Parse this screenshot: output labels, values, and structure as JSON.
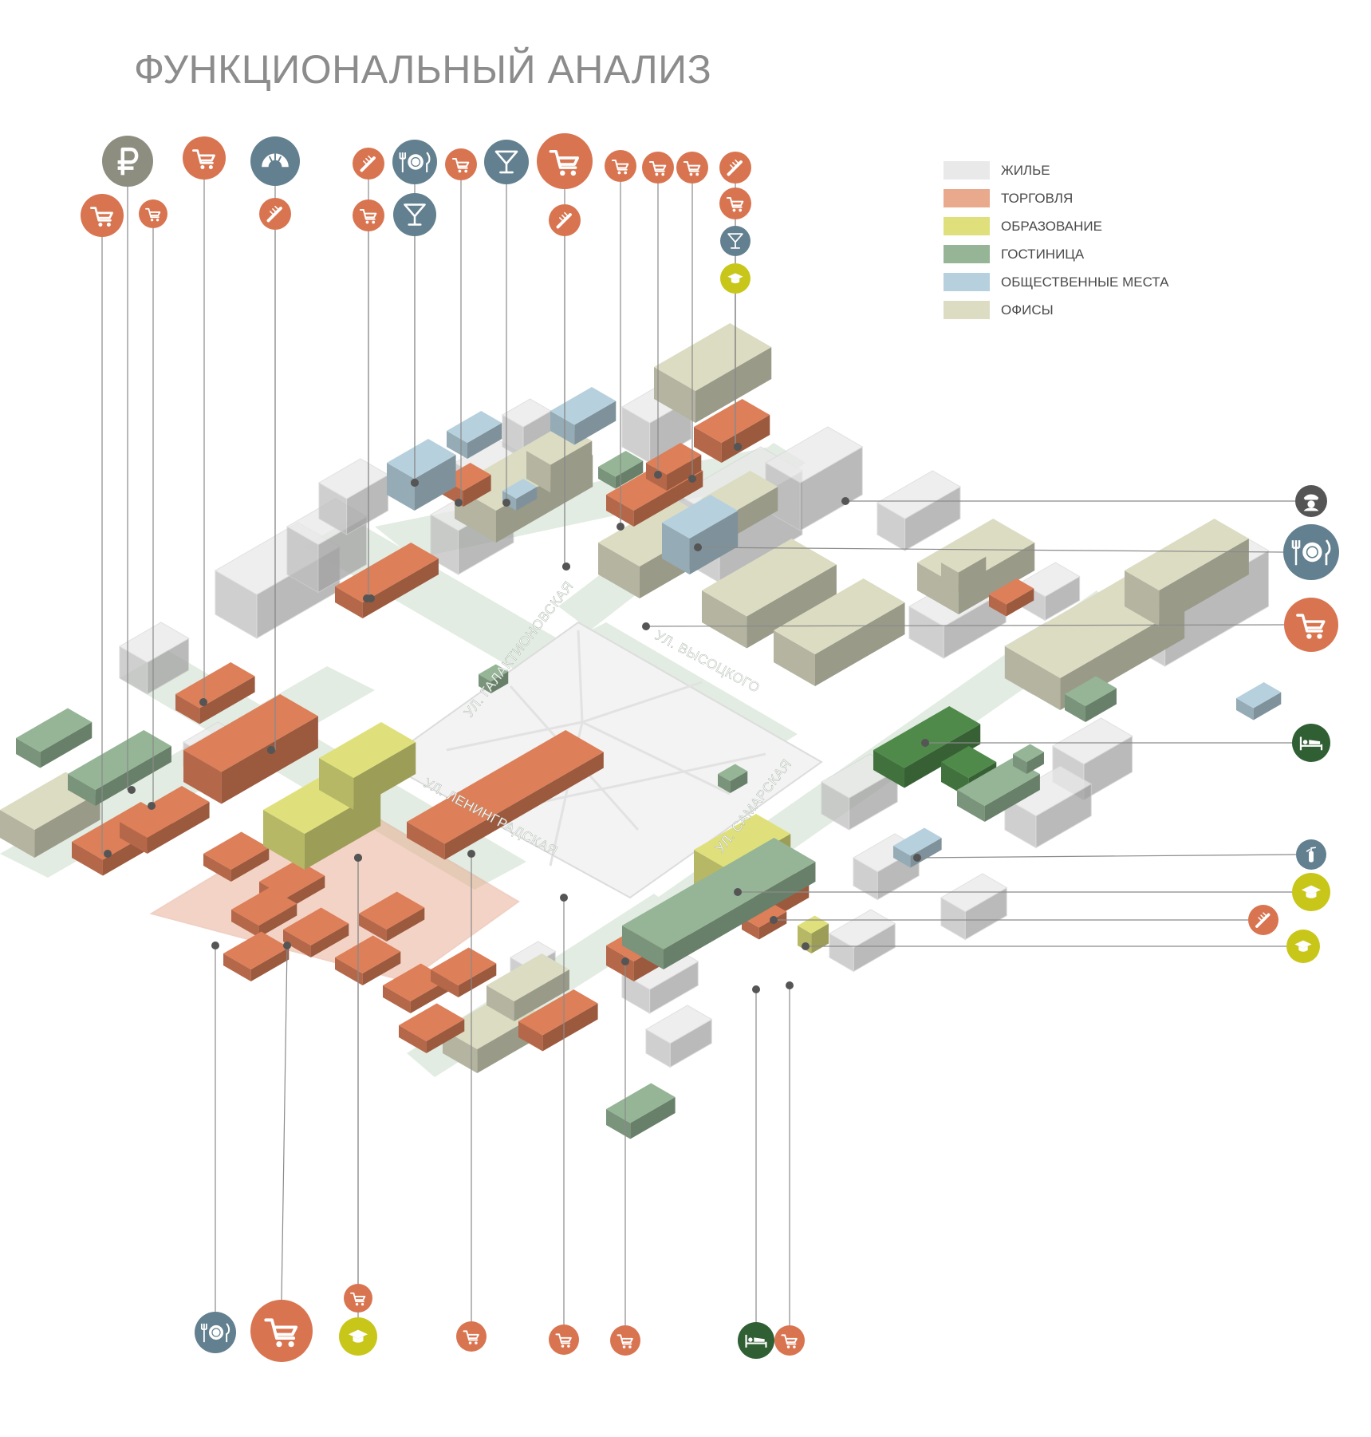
{
  "title": "ФУНКЦИОНАЛЬНЫЙ АНАЛИЗ",
  "colors": {
    "residential": "#e9e9e9",
    "trade": "#e8a98c",
    "trade_dark": "#dd7f59",
    "education": "#dfe07c",
    "education_dark": "#cfd03d",
    "hotel": "#95b596",
    "hotel_dark": "#4f8a4a",
    "public": "#b6d1dd",
    "office": "#dcdcc3",
    "street": "#e2ece2",
    "icon_orange": "#d87450",
    "icon_slate": "#62808f",
    "icon_yellow": "#c9c61a",
    "icon_green": "#2f5f33",
    "icon_grey": "#8d8d80",
    "icon_dark": "#555555"
  },
  "legend": [
    {
      "key": "residential",
      "label": "ЖИЛЬЕ"
    },
    {
      "key": "trade",
      "label": "ТОРГОВЛЯ"
    },
    {
      "key": "education",
      "label": "ОБРАЗОВАНИЕ"
    },
    {
      "key": "hotel",
      "label": "ГОСТИНИЦА"
    },
    {
      "key": "public",
      "label": "ОБЩЕСТВЕННЫЕ МЕСТА"
    },
    {
      "key": "office",
      "label": "ОФИСЫ"
    }
  ],
  "streets": [
    {
      "name": "galaktionovskaya",
      "label": "УЛ. ГАЛАКТИОНОВСКАЯ"
    },
    {
      "name": "vysotskogo",
      "label": "УЛ. ВЫСОЦКОГО"
    },
    {
      "name": "leningradskaya",
      "label": "УЛ. ЛЕНИНГРАДСКАЯ"
    },
    {
      "name": "samarskaya",
      "label": "УЛ. САМАРСКАЯ"
    }
  ],
  "icons": {
    "top": [
      "ruble",
      "cart",
      "cart",
      "cart",
      "croissant",
      "comb",
      "comb",
      "cart",
      "plate",
      "cocktail",
      "cart",
      "cocktail",
      "cart",
      "comb",
      "cart",
      "cart",
      "cart",
      "comb",
      "cart",
      "cocktail",
      "graduation-cap"
    ],
    "right": [
      "police",
      "plate",
      "cart",
      "bed",
      "fire-extinguisher",
      "graduation-cap",
      "comb",
      "graduation-cap"
    ],
    "bottom": [
      "plate",
      "cart",
      "cart",
      "graduation-cap",
      "cart",
      "cart",
      "cart",
      "bed",
      "cart"
    ]
  }
}
